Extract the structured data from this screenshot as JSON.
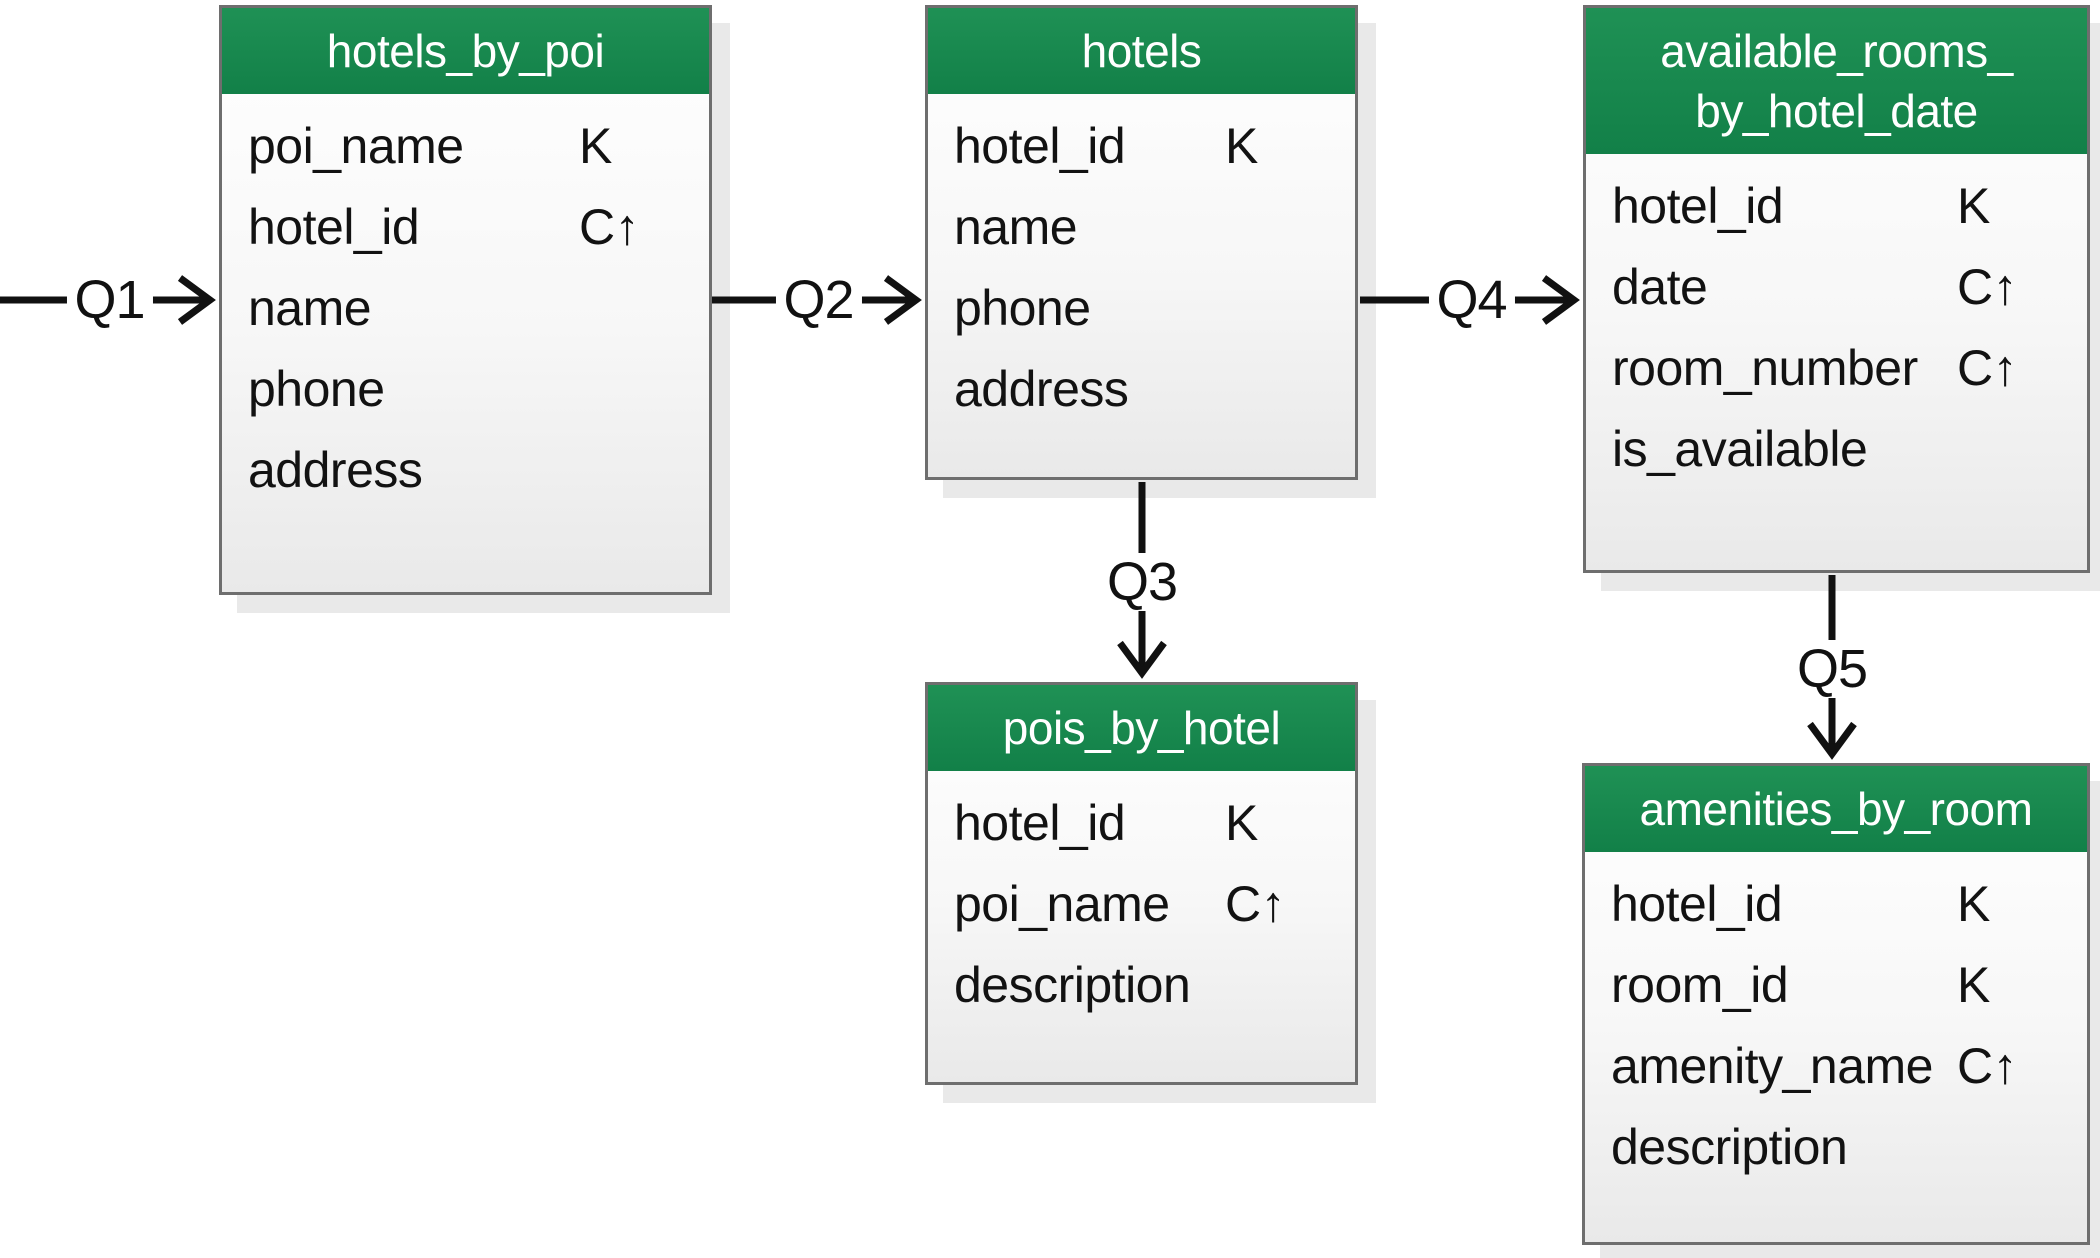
{
  "colors": {
    "header_green_top": "#1f9155",
    "header_green_bottom": "#128048",
    "header_text": "#ffffff",
    "table_border": "#6e6e6e",
    "body_gradient_top": "#ffffff",
    "body_gradient_bottom": "#e9e9e9",
    "shadow": "#e9e9e9",
    "field_text": "#121212",
    "arrow": "#111111"
  },
  "markers": {
    "partition_key": "K",
    "clustering_asc": "C↑"
  },
  "tables": [
    {
      "name": "hotels_by_poi",
      "title_lines": [
        "hotels_by_poi"
      ],
      "fields": [
        {
          "name": "poi_name",
          "marker": "K"
        },
        {
          "name": "hotel_id",
          "marker": "C↑"
        },
        {
          "name": "name",
          "marker": ""
        },
        {
          "name": "phone",
          "marker": ""
        },
        {
          "name": "address",
          "marker": ""
        }
      ]
    },
    {
      "name": "hotels",
      "title_lines": [
        "hotels"
      ],
      "fields": [
        {
          "name": "hotel_id",
          "marker": "K"
        },
        {
          "name": "name",
          "marker": ""
        },
        {
          "name": "phone",
          "marker": ""
        },
        {
          "name": "address",
          "marker": ""
        }
      ]
    },
    {
      "name": "available_rooms_by_hotel_date",
      "title_lines": [
        "available_rooms_",
        "by_hotel_date"
      ],
      "fields": [
        {
          "name": "hotel_id",
          "marker": "K"
        },
        {
          "name": "date",
          "marker": "C↑"
        },
        {
          "name": "room_number",
          "marker": "C↑"
        },
        {
          "name": "is_available",
          "marker": ""
        }
      ]
    },
    {
      "name": "pois_by_hotel",
      "title_lines": [
        "pois_by_hotel"
      ],
      "fields": [
        {
          "name": "hotel_id",
          "marker": "K"
        },
        {
          "name": "poi_name",
          "marker": "C↑"
        },
        {
          "name": "description",
          "marker": ""
        }
      ]
    },
    {
      "name": "amenities_by_room",
      "title_lines": [
        "amenities_by_room"
      ],
      "fields": [
        {
          "name": "hotel_id",
          "marker": "K"
        },
        {
          "name": "room_id",
          "marker": "K"
        },
        {
          "name": "amenity_name",
          "marker": "C↑"
        },
        {
          "name": "description",
          "marker": ""
        }
      ]
    }
  ],
  "queries": [
    {
      "label": "Q1"
    },
    {
      "label": "Q2"
    },
    {
      "label": "Q3"
    },
    {
      "label": "Q4"
    },
    {
      "label": "Q5"
    }
  ]
}
